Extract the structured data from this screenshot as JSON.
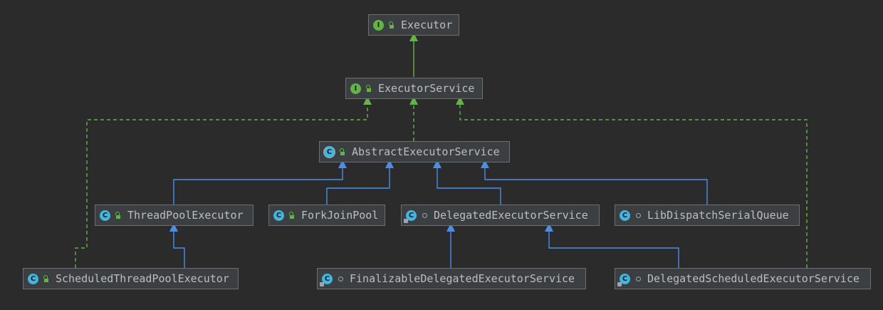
{
  "colors": {
    "background": "#2b2b2b",
    "node_fill": "#3c3f41",
    "node_border": "#6e6e6e",
    "text": "#bcbec4",
    "implements": "#62b543",
    "extends": "#4a8fe7"
  },
  "nodes": {
    "executor": {
      "label": "Executor",
      "kind": "interface",
      "kind_letter": "I",
      "visibility": "public",
      "kind_icon": "interface-icon"
    },
    "executor_service": {
      "label": "ExecutorService",
      "kind": "interface",
      "kind_letter": "I",
      "visibility": "public",
      "kind_icon": "interface-icon"
    },
    "abstract_executor_service": {
      "label": "AbstractExecutorService",
      "kind": "abstract-class",
      "kind_letter": "C",
      "visibility": "public",
      "kind_icon": "abstract-class-icon"
    },
    "thread_pool_executor": {
      "label": "ThreadPoolExecutor",
      "kind": "class",
      "kind_letter": "C",
      "visibility": "public",
      "kind_icon": "class-icon"
    },
    "fork_join_pool": {
      "label": "ForkJoinPool",
      "kind": "class",
      "kind_letter": "C",
      "visibility": "public",
      "kind_icon": "class-icon"
    },
    "delegated_executor_service": {
      "label": "DelegatedExecutorService",
      "kind": "static-class",
      "kind_letter": "C",
      "visibility": "package-private",
      "kind_icon": "static-class-icon"
    },
    "lib_dispatch_serial_queue": {
      "label": "LibDispatchSerialQueue",
      "kind": "class",
      "kind_letter": "C",
      "visibility": "package-private",
      "kind_icon": "class-icon"
    },
    "scheduled_thread_pool_executor": {
      "label": "ScheduledThreadPoolExecutor",
      "kind": "class",
      "kind_letter": "C",
      "visibility": "public",
      "kind_icon": "class-icon"
    },
    "finalizable_delegated_executor_service": {
      "label": "FinalizableDelegatedExecutorService",
      "kind": "static-class",
      "kind_letter": "C",
      "visibility": "package-private",
      "kind_icon": "static-class-icon"
    },
    "delegated_scheduled_executor_service": {
      "label": "DelegatedScheduledExecutorService",
      "kind": "static-class",
      "kind_letter": "C",
      "visibility": "package-private",
      "kind_icon": "static-class-icon"
    }
  },
  "edges": [
    {
      "from": "executor_service",
      "to": "executor",
      "type": "extends-interface"
    },
    {
      "from": "abstract_executor_service",
      "to": "executor_service",
      "type": "implements"
    },
    {
      "from": "scheduled_thread_pool_executor",
      "to": "executor_service",
      "type": "implements"
    },
    {
      "from": "delegated_scheduled_executor_service",
      "to": "executor_service",
      "type": "implements"
    },
    {
      "from": "thread_pool_executor",
      "to": "abstract_executor_service",
      "type": "extends"
    },
    {
      "from": "fork_join_pool",
      "to": "abstract_executor_service",
      "type": "extends"
    },
    {
      "from": "delegated_executor_service",
      "to": "abstract_executor_service",
      "type": "extends"
    },
    {
      "from": "lib_dispatch_serial_queue",
      "to": "abstract_executor_service",
      "type": "extends"
    },
    {
      "from": "scheduled_thread_pool_executor",
      "to": "thread_pool_executor",
      "type": "extends"
    },
    {
      "from": "finalizable_delegated_executor_service",
      "to": "delegated_executor_service",
      "type": "extends"
    },
    {
      "from": "delegated_scheduled_executor_service",
      "to": "delegated_executor_service",
      "type": "extends"
    }
  ]
}
